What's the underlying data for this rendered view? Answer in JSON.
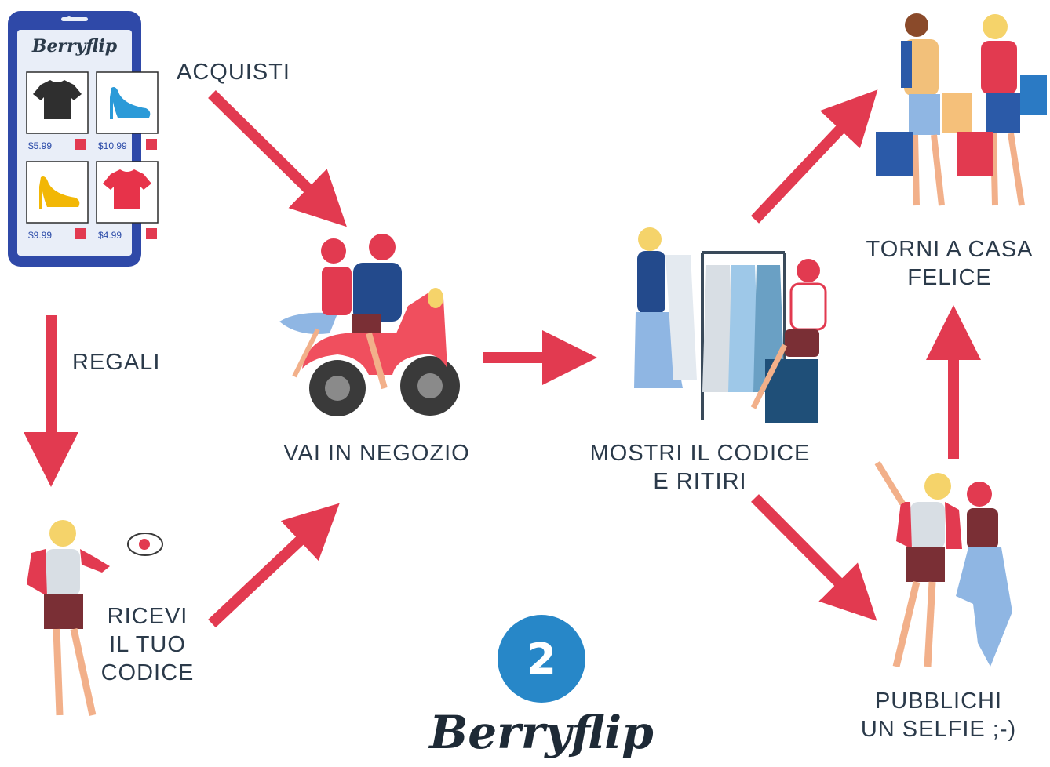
{
  "labels": {
    "acquisti": "ACQUISTI",
    "regali": "REGALI",
    "vai_in_negozio": "VAI IN NEGOZIO",
    "mostri_line1": "MOSTRI IL CODICE",
    "mostri_line2": "E RITIRI",
    "torni_line1": "TORNI A CASA",
    "torni_line2": "FELICE",
    "ricevi_line1": "RICEVI",
    "ricevi_line2": "IL TUO",
    "ricevi_line3": "CODICE",
    "pubblichi_line1": "PUBBLICHI",
    "pubblichi_line2": "UN SELFIE ;-)"
  },
  "step_number": "2",
  "brand": "Berryflip",
  "phone": {
    "brand": "Berryflip",
    "products": [
      {
        "item": "tshirt-dark-icon",
        "price": "$5.99"
      },
      {
        "item": "heel-blue-icon",
        "price": "$10.99"
      },
      {
        "item": "heel-yellow-icon",
        "price": "$9.99"
      },
      {
        "item": "tshirt-red-icon",
        "price": "$4.99"
      }
    ]
  },
  "colors": {
    "arrow": "#e23a50",
    "text": "#2b3a4a",
    "badge": "#2787c8",
    "phone_frame": "#2f49a8"
  }
}
